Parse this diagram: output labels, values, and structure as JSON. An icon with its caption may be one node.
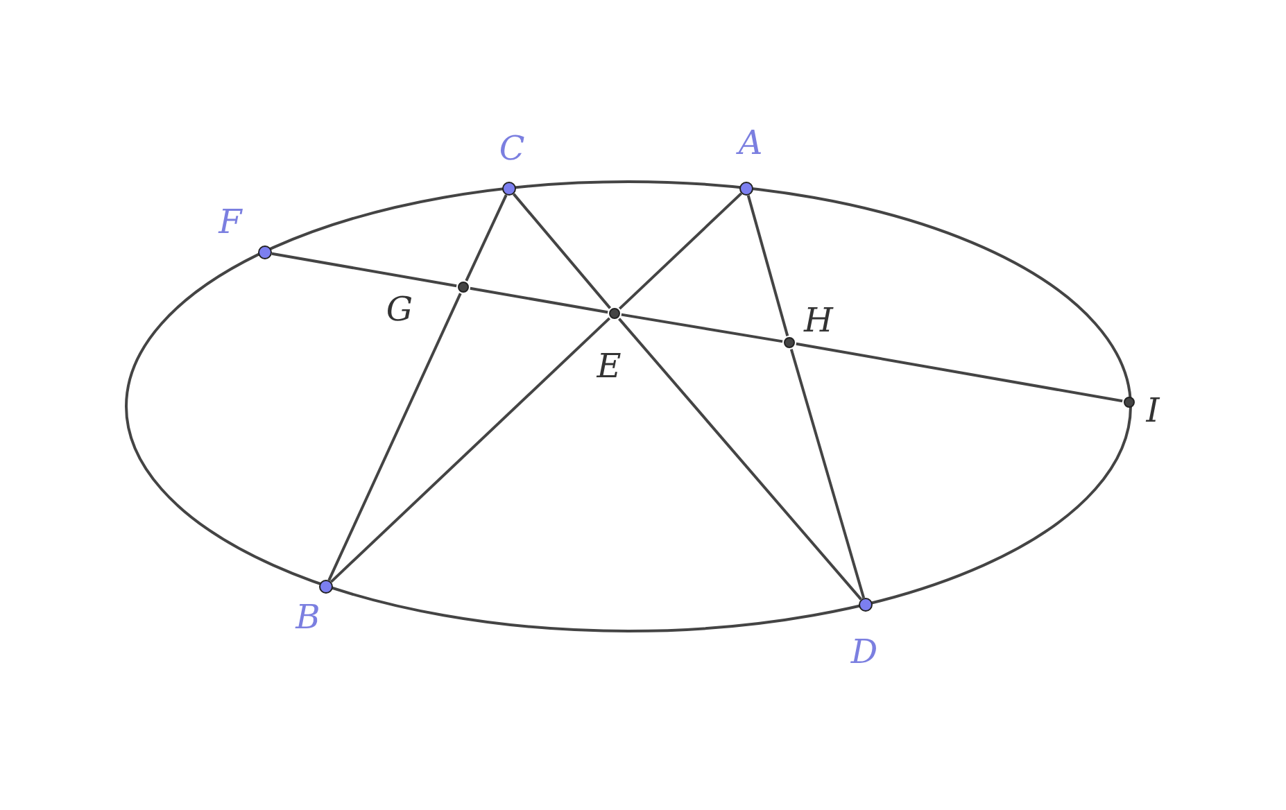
{
  "diagram": {
    "nodes": [
      {
        "text": [
          "C"
        ]
      },
      {
        "text": [
          "A"
        ]
      },
      {
        "text": [
          "F"
        ]
      },
      {
        "text": [
          "G"
        ]
      },
      {
        "text": [
          "E"
        ]
      },
      {
        "text": [
          "H"
        ]
      },
      {
        "text": [
          "I"
        ]
      },
      {
        "text": [
          "B"
        ]
      },
      {
        "text": [
          "D"
        ]
      }
    ],
    "edges": [
      {
        "from": 2,
        "to": 3,
        "arrow": "none"
      },
      {
        "from": 3,
        "to": 4,
        "arrow": "none"
      },
      {
        "from": 4,
        "to": 5,
        "arrow": "none"
      },
      {
        "from": 5,
        "to": 6,
        "arrow": "none"
      },
      {
        "from": 0,
        "to": 3,
        "arrow": "none"
      },
      {
        "from": 3,
        "to": 7,
        "arrow": "none"
      },
      {
        "from": 0,
        "to": 4,
        "arrow": "none"
      },
      {
        "from": 4,
        "to": 8,
        "arrow": "none"
      },
      {
        "from": 1,
        "to": 4,
        "arrow": "none"
      },
      {
        "from": 4,
        "to": 7,
        "arrow": "none"
      },
      {
        "from": 1,
        "to": 5,
        "arrow": "none"
      },
      {
        "from": 5,
        "to": 8,
        "arrow": "none"
      }
    ]
  }
}
